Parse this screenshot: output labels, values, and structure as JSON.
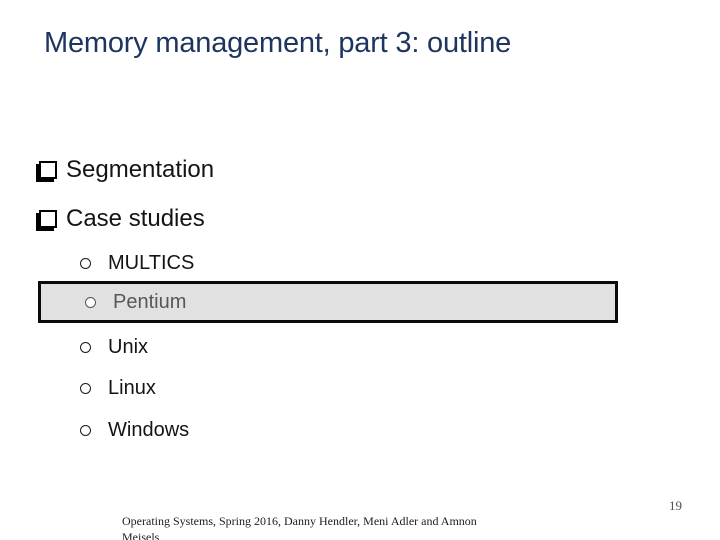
{
  "slide": {
    "title": "Memory management, part 3: outline",
    "title_color": "#1e3560",
    "list": {
      "level1": [
        {
          "label": "Segmentation"
        },
        {
          "label": "Case studies"
        }
      ],
      "level2": [
        {
          "label": "MULTICS",
          "highlighted": false
        },
        {
          "label": "Pentium",
          "highlighted": true
        },
        {
          "label": "Unix",
          "highlighted": false
        },
        {
          "label": "Linux",
          "highlighted": false
        },
        {
          "label": "Windows",
          "highlighted": false
        }
      ]
    },
    "highlight": {
      "background": "#e1e1e1",
      "border_color": "#0a0a0a",
      "text_color": "#575757"
    },
    "footer": {
      "credits_line1": "Operating Systems, Spring 2016, Danny Hendler, Meni Adler and Amnon",
      "credits_line2": "Meisels",
      "page_number": "19"
    },
    "icons": {
      "level1_bullet": "shadowed-square-checkbox",
      "level2_bullet": "hollow-circle"
    }
  }
}
